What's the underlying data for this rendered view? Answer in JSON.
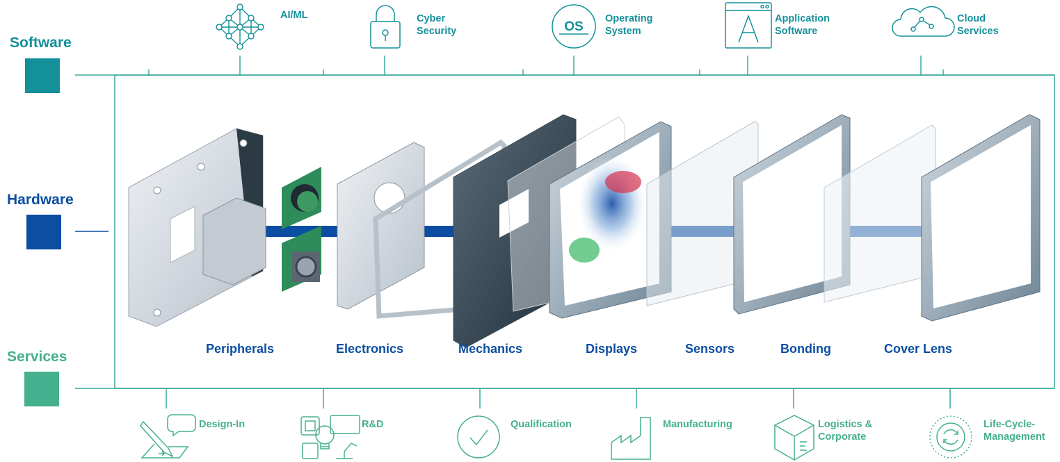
{
  "layers": {
    "software": {
      "label": "Software",
      "color": "#14909a"
    },
    "hardware": {
      "label": "Hardware",
      "color": "#0b4ea2"
    },
    "services": {
      "label": "Services",
      "color": "#45b08d"
    }
  },
  "software_items": [
    {
      "line1": "AI/ML",
      "line2": "",
      "icon": "neural-network-icon"
    },
    {
      "line1": "Cyber",
      "line2": "Security",
      "icon": "padlock-icon"
    },
    {
      "line1": "Operating",
      "line2": "System",
      "icon": "os-badge-icon",
      "badge": "OS"
    },
    {
      "line1": "Application",
      "line2": "Software",
      "icon": "app-window-icon"
    },
    {
      "line1": "Cloud",
      "line2": "Services",
      "icon": "cloud-icon"
    }
  ],
  "hardware_items": [
    {
      "label": "Peripherals"
    },
    {
      "label": "Electronics"
    },
    {
      "label": "Mechanics"
    },
    {
      "label": "Displays"
    },
    {
      "label": "Sensors"
    },
    {
      "label": "Bonding"
    },
    {
      "label": "Cover Lens"
    }
  ],
  "service_items": [
    {
      "line1": "Design-In",
      "line2": "",
      "icon": "design-pen-icon"
    },
    {
      "line1": "R&D",
      "line2": "",
      "icon": "research-lightbulb-icon"
    },
    {
      "line1": "Qualification",
      "line2": "",
      "icon": "checkmark-circle-icon"
    },
    {
      "line1": "Manufacturing",
      "line2": "",
      "icon": "factory-icon"
    },
    {
      "line1": "Logistics &",
      "line2": "Corporate",
      "icon": "package-box-icon"
    },
    {
      "line1": "Life-Cycle-",
      "line2": "Management",
      "icon": "lifecycle-dial-icon"
    }
  ]
}
